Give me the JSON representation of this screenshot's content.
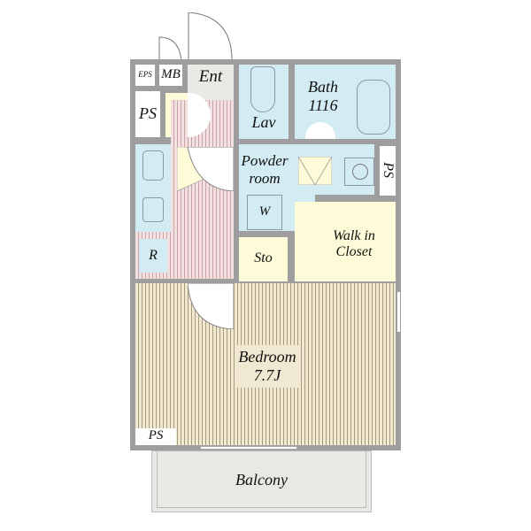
{
  "plan": {
    "rooms": {
      "eps": "EPS",
      "mb": "MB",
      "ent": "Ent",
      "ps_top": "PS",
      "lav": "Lav",
      "bath_line1": "Bath",
      "bath_line2": "1116",
      "powder_line1": "Powder",
      "powder_line2": "room",
      "washer": "W",
      "ps_right": "PS",
      "refrigerator": "R",
      "storage": "Sto",
      "walkin_line1": "Walk in",
      "walkin_line2": "Closet",
      "bedroom_line1": "Bedroom",
      "bedroom_line2": "7.7J",
      "ps_bottom": "PS",
      "balcony": "Balcony"
    },
    "colors": {
      "wall": "#9e9e9e",
      "wet_area": "#d3ebf2",
      "storage": "#fdfbd8",
      "entrance": "#e9e9e6",
      "hall_floor": "#f3e1e1",
      "bedroom_floor": "#f1e8d2"
    }
  }
}
